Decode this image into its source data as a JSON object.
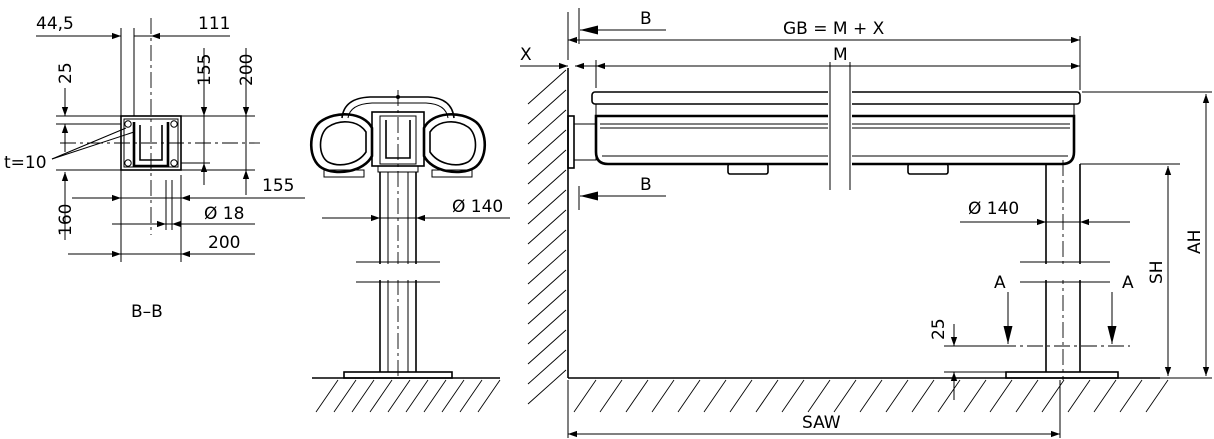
{
  "section_detail": {
    "dim_top_left": "44,5",
    "dim_top_right": "111",
    "dim_left_upper": "25",
    "dim_inner_height": "155",
    "dim_outer_height": "200",
    "dim_thickness": "t=10",
    "dim_right_width": "155",
    "dim_left_lower": "160",
    "dim_bolt": "Ø 18",
    "dim_bottom_width": "200",
    "section_label": "B–B"
  },
  "front_view": {
    "dim_post_diameter": "Ø 140"
  },
  "side_view": {
    "section_marker_top": "B",
    "section_marker_bottom": "B",
    "dim_gb": "GB = M + X",
    "dim_x": "X",
    "dim_m": "M",
    "dim_post_diameter": "Ø 140",
    "section_a_left": "A",
    "section_a_right": "A",
    "dim_sh": "SH",
    "dim_ah": "AH",
    "dim_25": "25",
    "dim_saw": "SAW"
  }
}
